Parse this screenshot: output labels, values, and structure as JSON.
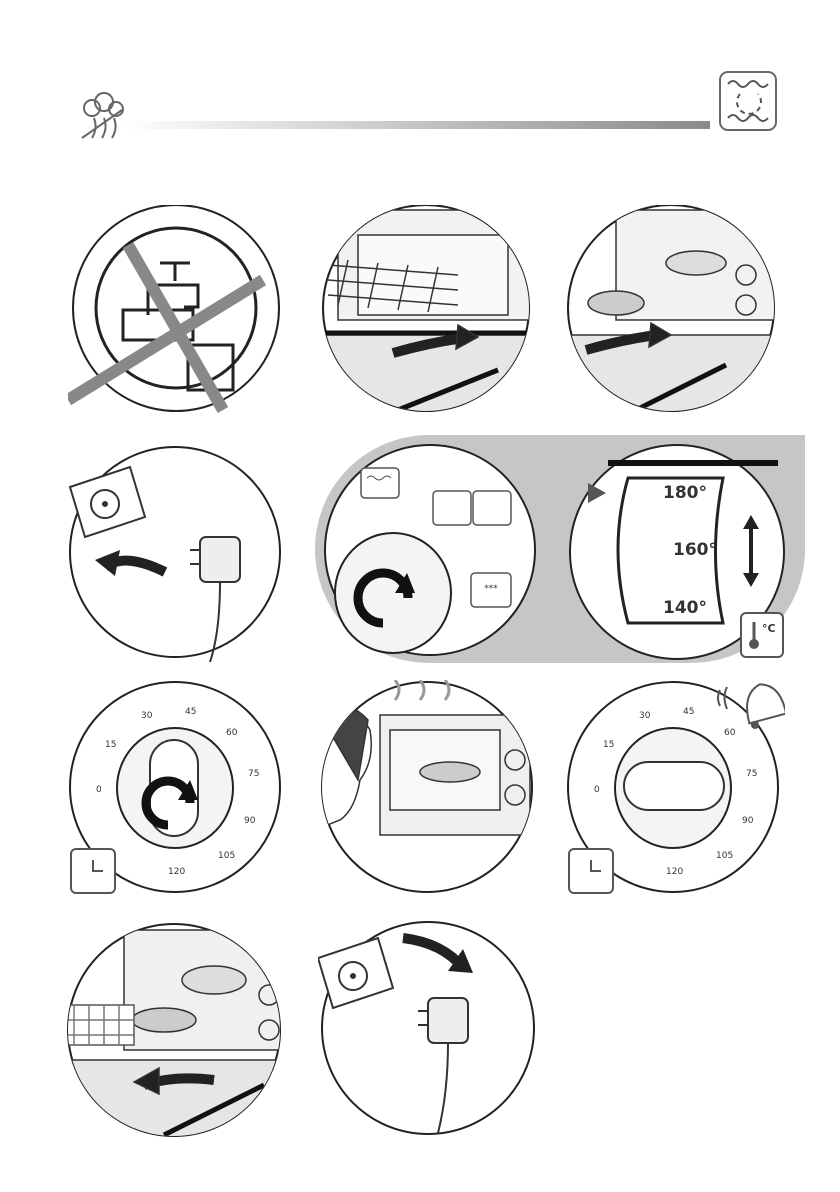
{
  "header": {
    "steam_icon": "steam-crossed-icon",
    "mode_icon": "convection-heat-icon"
  },
  "timer_marks": [
    "0",
    "15",
    "30",
    "45",
    "60",
    "75",
    "90",
    "105",
    "120"
  ],
  "thermostat": {
    "marks": [
      "180°",
      "160°",
      "140°"
    ],
    "unit_icon_label": "°C"
  },
  "frost_label": "***"
}
